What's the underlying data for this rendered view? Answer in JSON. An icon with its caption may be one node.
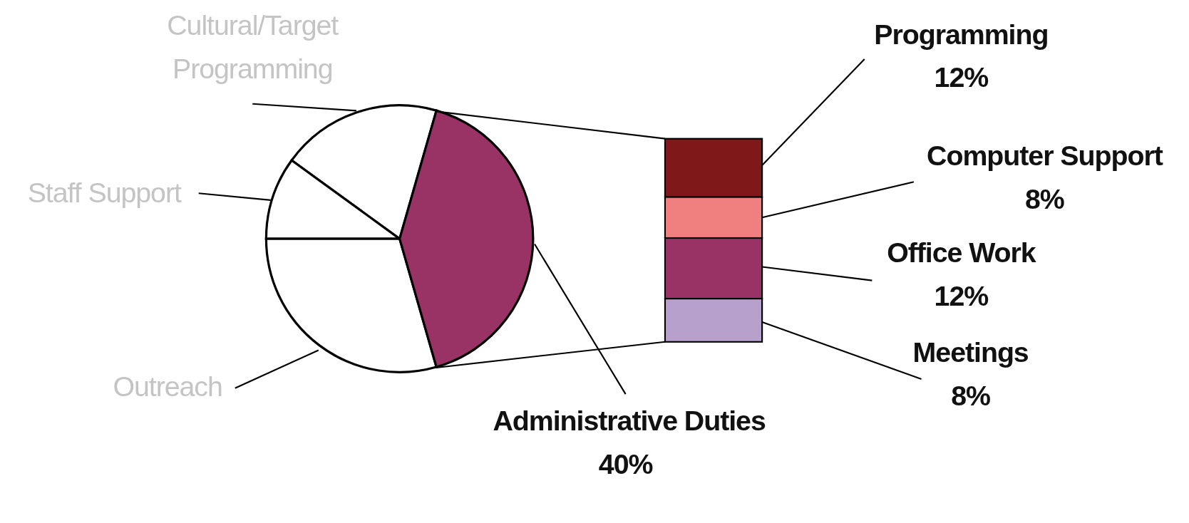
{
  "diagram": {
    "nodes": [
      {
        "text": [
          "Cultural/Target Programming"
        ]
      },
      {
        "text": [
          "Staff Support"
        ]
      },
      {
        "text": [
          "Outreach"
        ]
      },
      {
        "text": [
          "Administrative Duties",
          "40%"
        ]
      },
      {
        "text": [
          "Programming",
          "12%"
        ]
      },
      {
        "text": [
          "Computer Support",
          "8%"
        ]
      },
      {
        "text": [
          "Office Work",
          "12%"
        ]
      },
      {
        "text": [
          "Meetings",
          "8%"
        ]
      },
      {
        "text": [],
        "shape": "wedge"
      },
      {
        "text": [],
        "shape": "wedge"
      },
      {
        "text": [],
        "shape": "wedge"
      },
      {
        "text": [],
        "shape": "wedge"
      },
      {
        "text": [],
        "shape": "bar"
      },
      {
        "text": [],
        "shape": "bar"
      },
      {
        "text": [],
        "shape": "bar"
      },
      {
        "text": [],
        "shape": "bar"
      }
    ],
    "edges": [
      {
        "from": 0,
        "to": 8,
        "arrow": "none"
      },
      {
        "from": 1,
        "to": 9,
        "arrow": "none"
      },
      {
        "from": 2,
        "to": 10,
        "arrow": "none"
      },
      {
        "from": 3,
        "to": 11,
        "arrow": "none"
      },
      {
        "from": 4,
        "to": 12,
        "arrow": "none"
      },
      {
        "from": 5,
        "to": 13,
        "arrow": "none"
      },
      {
        "from": 6,
        "to": 14,
        "arrow": "none"
      },
      {
        "from": 7,
        "to": 15,
        "arrow": "none"
      },
      {
        "from": 11,
        "to": 12,
        "arrow": "none"
      },
      {
        "from": 11,
        "to": 15,
        "arrow": "none"
      }
    ]
  }
}
